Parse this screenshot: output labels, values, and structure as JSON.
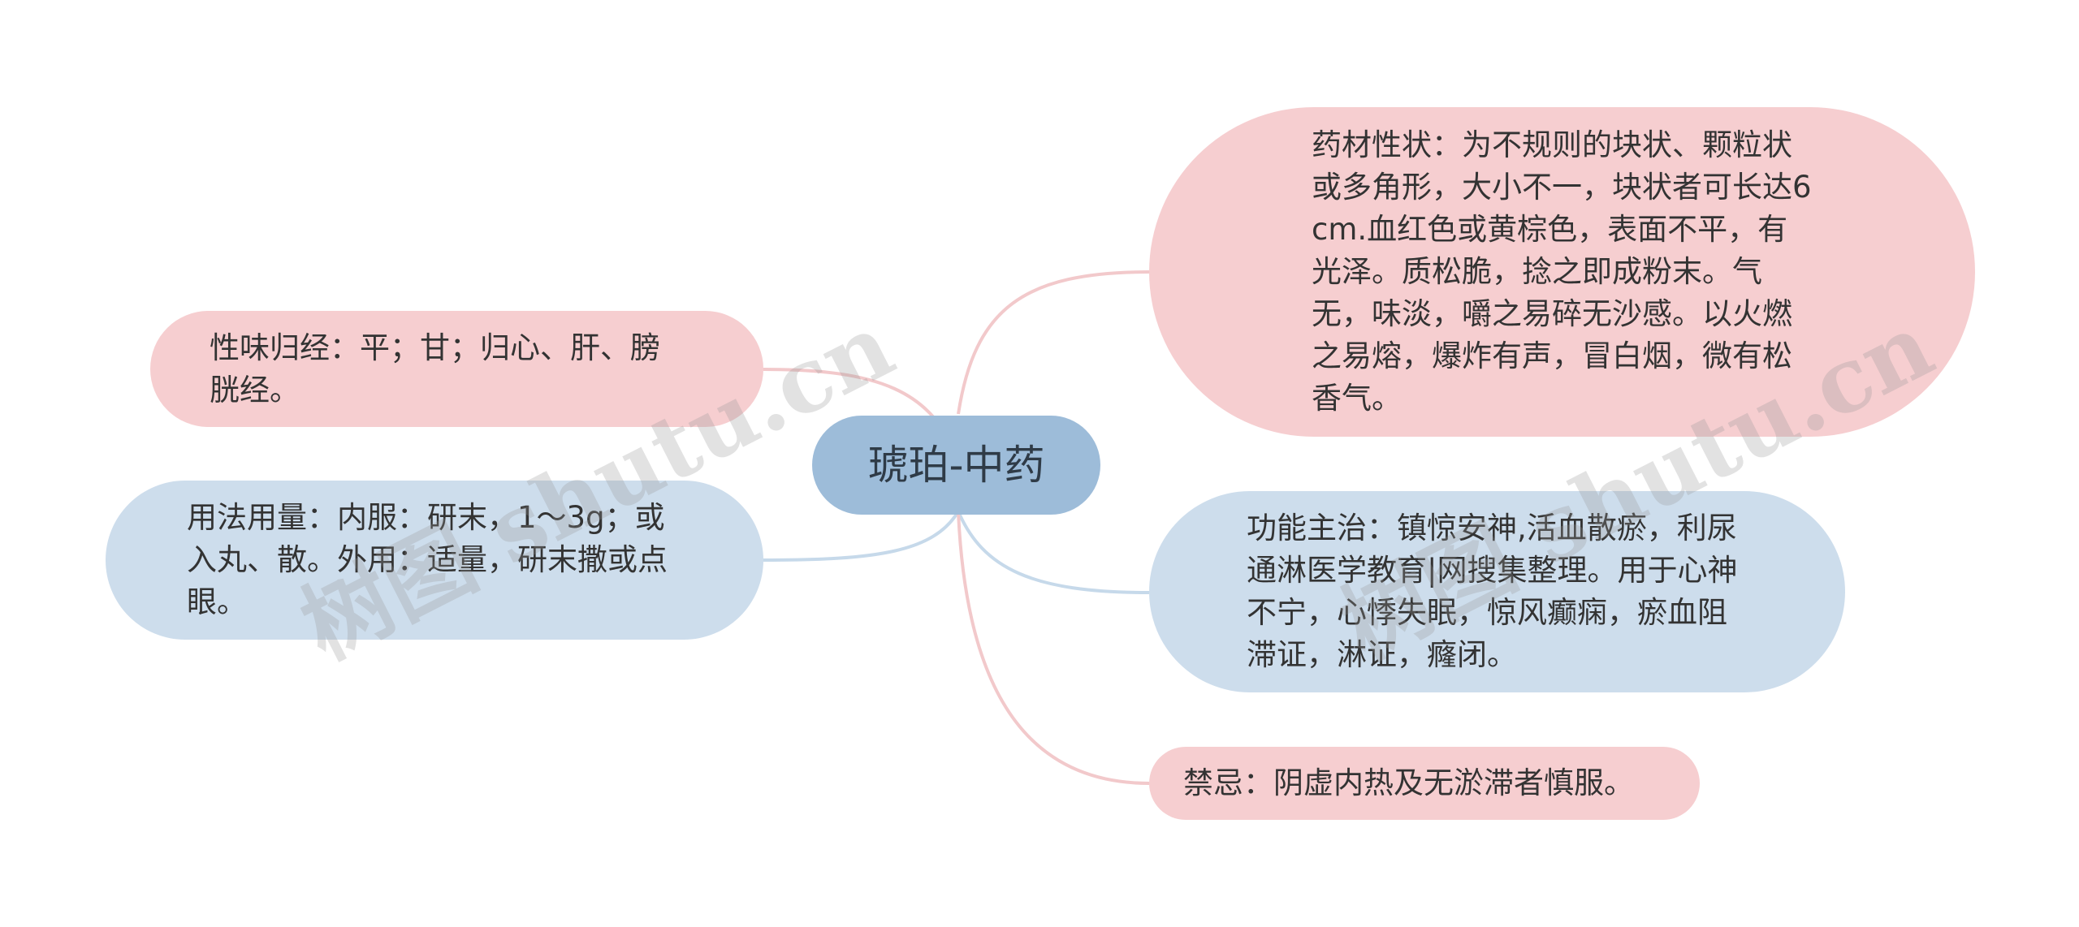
{
  "center": {
    "label": "琥珀-中药"
  },
  "nodes": [
    {
      "id": "xingwei",
      "text": "性味归经：平；甘；归心、肝、膀胱经。",
      "color": "#f6ced0"
    },
    {
      "id": "yongfa",
      "text": "用法用量：内服：研末，1～3g；或入丸、散。外用：适量，研末撒或点眼。",
      "color": "#cdddec"
    },
    {
      "id": "yaocai",
      "text": "药材性状：为不规则的块状、颗粒状或多角形，大小不一，块状者可长达6cm.血红色或黄棕色，表面不平，有光泽。质松脆，捻之即成粉末。气无，味淡，嚼之易碎无沙感。以火燃之易熔，爆炸有声，冒白烟，微有松香气。",
      "color": "#f6ced0"
    },
    {
      "id": "gongneng",
      "text": "功能主治：镇惊安神,活血散瘀，利尿通淋医学教育|网搜集整理。用于心神不宁，心悸失眠，惊风癫痫，瘀血阻滞证，淋证，癃闭。",
      "color": "#cdddec"
    },
    {
      "id": "jinji",
      "text": "禁忌：阴虚内热及无淤滞者慎服。",
      "color": "#f6ced0"
    }
  ],
  "watermark": {
    "text": "树图 shutu.cn"
  }
}
